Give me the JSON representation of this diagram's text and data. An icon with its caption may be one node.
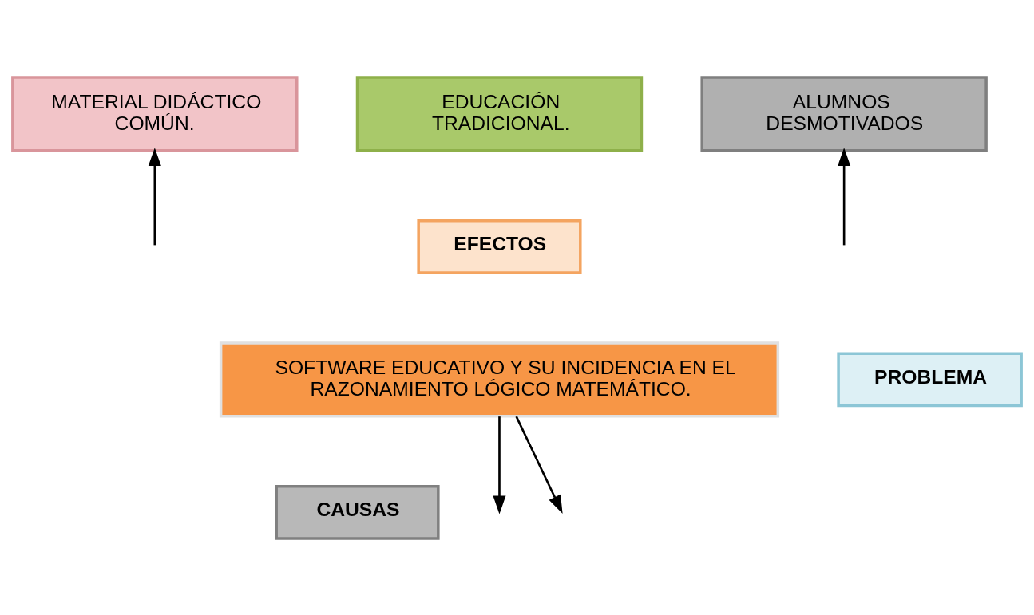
{
  "diagram": {
    "nodes": [
      {
        "text": [
          "MATERIAL DIDÁCTICO COMÚN."
        ]
      },
      {
        "text": [
          "EDUCACIÓN TRADICIONAL."
        ]
      },
      {
        "text": [
          "ALUMNOS  DESMOTIVADOS"
        ]
      },
      {
        "text": [
          "EFECTOS"
        ]
      },
      {
        "text": [
          "SOFTWARE EDUCATIVO Y SU INCIDENCIA EN EL RAZONAMIENTO LÓGICO MATEMÁTICO."
        ]
      },
      {
        "text": [
          "PROBLEMA"
        ]
      },
      {
        "text": [
          "CAUSAS"
        ]
      }
    ],
    "edges": [
      {
        "from": null,
        "to": 0,
        "arrow": "to"
      },
      {
        "from": null,
        "to": 2,
        "arrow": "to"
      },
      {
        "from": 4,
        "to": null,
        "arrow": "to"
      },
      {
        "from": 4,
        "to": null,
        "arrow": "to"
      }
    ]
  }
}
